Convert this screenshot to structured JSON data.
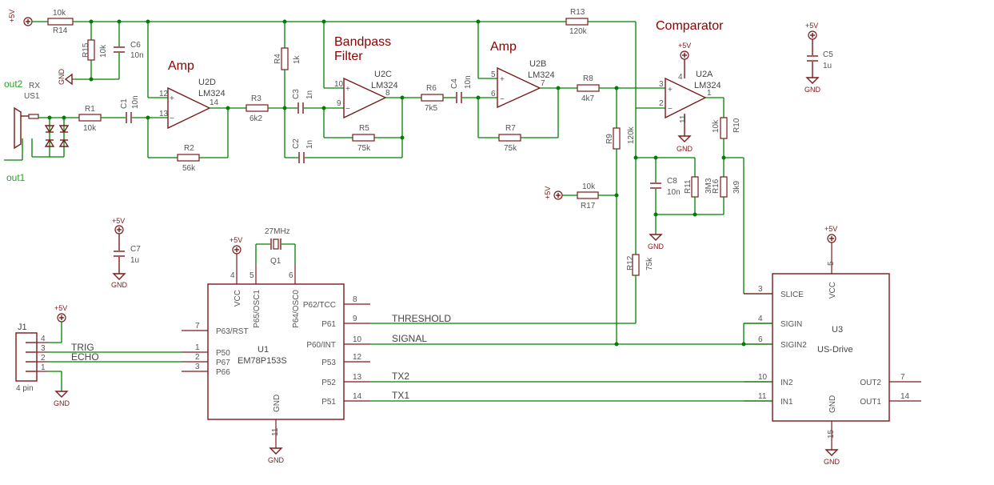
{
  "sections": {
    "amp1": "Amp",
    "bandpass_line1": "Bandpass",
    "bandpass_line2": "Filter",
    "amp2": "Amp",
    "comparator": "Comparator"
  },
  "power": {
    "plus5v": "+5V",
    "gnd": "GND"
  },
  "ports": {
    "out1": "out1",
    "out2": "out2"
  },
  "parts": {
    "us1": {
      "name": "US1",
      "value": "RX"
    },
    "r14": {
      "name": "R14",
      "value": "10k"
    },
    "r15": {
      "name": "R15",
      "value": "10k"
    },
    "c6": {
      "name": "C6",
      "value": "10n"
    },
    "r1": {
      "name": "R1",
      "value": "10k"
    },
    "c1": {
      "name": "C1",
      "value": "10n"
    },
    "u2d": {
      "name": "U2D",
      "value": "LM324"
    },
    "r2": {
      "name": "R2",
      "value": "56k"
    },
    "r3": {
      "name": "R3",
      "value": "6k2"
    },
    "r4": {
      "name": "R4",
      "value": "1k"
    },
    "c3": {
      "name": "C3",
      "value": "1n"
    },
    "c2": {
      "name": "C2",
      "value": "1n"
    },
    "u2c": {
      "name": "U2C",
      "value": "LM324"
    },
    "r5": {
      "name": "R5",
      "value": "75k"
    },
    "r6": {
      "name": "R6",
      "value": "7k5"
    },
    "c4": {
      "name": "C4",
      "value": "10n"
    },
    "u2b": {
      "name": "U2B",
      "value": "LM324"
    },
    "r7": {
      "name": "R7",
      "value": "75k"
    },
    "r13": {
      "name": "R13",
      "value": "120k"
    },
    "r8": {
      "name": "R8",
      "value": "4k7"
    },
    "r9": {
      "name": "R9",
      "value": "120k"
    },
    "r17": {
      "name": "R17",
      "value": "10k"
    },
    "u2a": {
      "name": "U2A",
      "value": "LM324"
    },
    "r10": {
      "name": "R10",
      "value": "10k"
    },
    "c8": {
      "name": "C8",
      "value": "10n"
    },
    "r11": {
      "name": "R11",
      "value": "3M3"
    },
    "r16": {
      "name": "R16",
      "value": "3k9"
    },
    "c5": {
      "name": "C5",
      "value": "1u"
    },
    "c7": {
      "name": "C7",
      "value": "1u"
    },
    "q1": {
      "name": "Q1",
      "value": "27MHz"
    },
    "r12": {
      "name": "R12",
      "value": "75k"
    },
    "j1": {
      "name": "J1",
      "value": "4 pin"
    }
  },
  "u1": {
    "name": "U1",
    "part": "EM78P153S",
    "pins_left": [
      {
        "label": "P63/RST",
        "num": "7"
      },
      {
        "label": "P50",
        "num": "1"
      },
      {
        "label": "P67",
        "num": "2"
      },
      {
        "label": "P66",
        "num": "3"
      }
    ],
    "pins_right": [
      {
        "label": "P62/TCC",
        "num": "8"
      },
      {
        "label": "P61",
        "num": "9"
      },
      {
        "label": "P60/INT",
        "num": "10"
      },
      {
        "label": "P53",
        "num": "12"
      },
      {
        "label": "P52",
        "num": "13"
      },
      {
        "label": "P51",
        "num": "14"
      }
    ],
    "pins_top": [
      {
        "label": "VCC",
        "num": "4"
      },
      {
        "label": "P65/OSC1",
        "num": "5"
      },
      {
        "label": "P64/OSC0",
        "num": "6"
      }
    ],
    "pins_bottom": [
      {
        "label": "GND",
        "num": "11"
      }
    ]
  },
  "u3": {
    "name": "U3",
    "part": "US-Drive",
    "pins_left": [
      {
        "label": "SLICE",
        "num": "3"
      },
      {
        "label": "SIGIN",
        "num": "4"
      },
      {
        "label": "SIGIN2",
        "num": "6"
      },
      {
        "label": "IN2",
        "num": "10"
      },
      {
        "label": "IN1",
        "num": "11"
      }
    ],
    "pins_right": [
      {
        "label": "OUT2",
        "num": "7"
      },
      {
        "label": "OUT1",
        "num": "14"
      }
    ],
    "pin_top": {
      "label": "VCC",
      "num": "5"
    },
    "pin_bottom": {
      "label": "GND",
      "num": "15"
    }
  },
  "nets": {
    "threshold": "THRESHOLD",
    "signal": "SIGNAL",
    "tx2": "TX2",
    "tx1": "TX1",
    "trig": "TRIG",
    "echo": "ECHO"
  },
  "opamp_pins": {
    "u2d": {
      "plus": "12",
      "minus": "13",
      "out": "14"
    },
    "u2c": {
      "plus": "10",
      "minus": "9",
      "out": "8"
    },
    "u2b": {
      "plus": "5",
      "minus": "6",
      "out": "7"
    },
    "u2a": {
      "plus": "3",
      "minus": "2",
      "out": "1",
      "vcc": "4",
      "gnd": "11"
    }
  },
  "j1_pins": [
    "4",
    "3",
    "2",
    "1"
  ]
}
